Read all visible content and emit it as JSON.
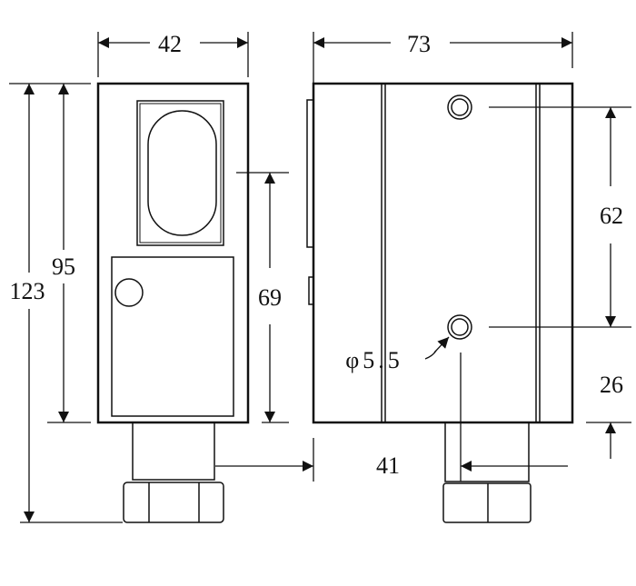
{
  "dimensions": {
    "front_width": "42",
    "side_width": "73",
    "total_height": "123",
    "body_height": "95",
    "window_to_bottom": "69",
    "hole_spacing": "62",
    "hole_to_bottom": "26",
    "connector_offset": "41",
    "hole_diameter": "φ5.5"
  },
  "colors": {
    "line": "#111111",
    "background": "#ffffff"
  }
}
